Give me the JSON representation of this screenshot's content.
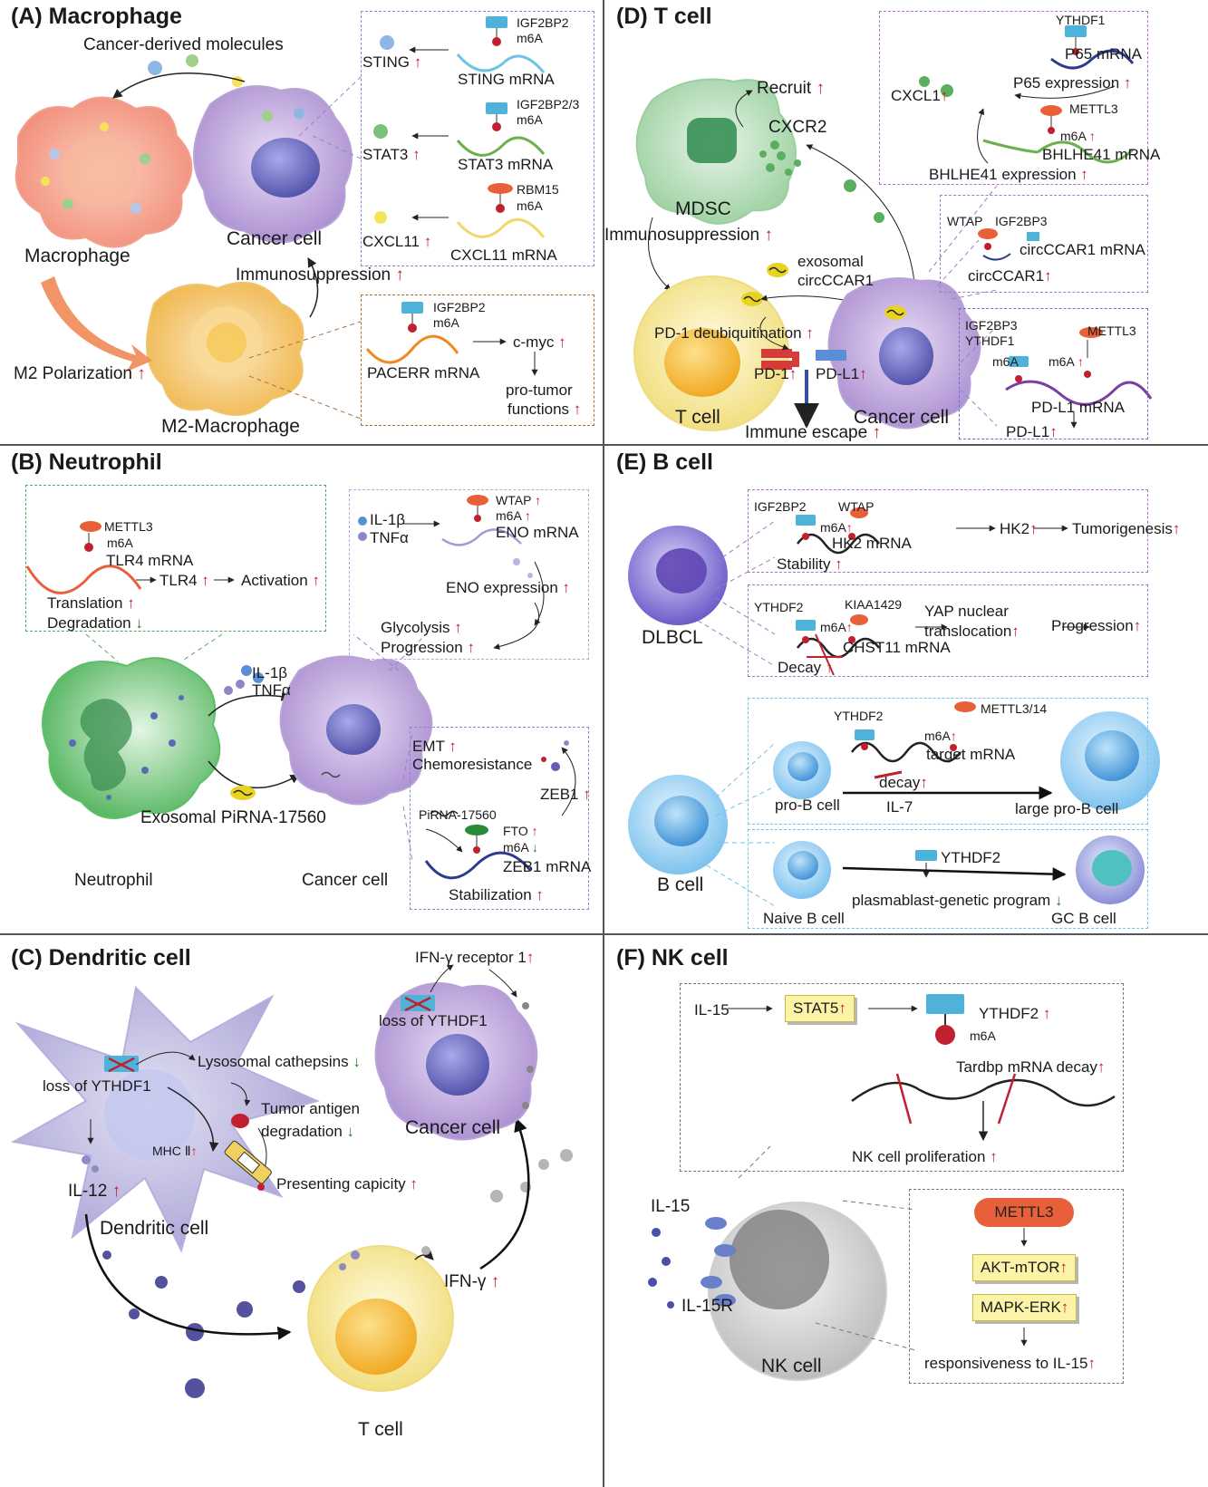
{
  "panels": {
    "A": {
      "title": "(A) Macrophage",
      "cancer_derived": "Cancer-derived molecules",
      "macrophage": "Macrophage",
      "cancer_cell": "Cancer cell",
      "immunosuppression": "Immunosuppression",
      "m2_polarization": "M2 Polarization",
      "m2_macrophage": "M2-Macrophage",
      "box1": {
        "rows": [
          {
            "reader": "IGF2BP2",
            "mod": "m6A",
            "mrna": "STING mRNA",
            "product": "STING"
          },
          {
            "reader": "IGF2BP2/3",
            "mod": "m6A",
            "mrna": "STAT3 mRNA",
            "product": "STAT3"
          },
          {
            "reader": "RBM15",
            "mod": "m6A",
            "mrna": "CXCL11 mRNA",
            "product": "CXCL11"
          }
        ]
      },
      "box2": {
        "reader": "IGF2BP2",
        "mod": "m6A",
        "mrna": "PACERR mRNA",
        "cmyc": "c-myc",
        "pro_tumor": "pro-tumor",
        "functions": "functions"
      }
    },
    "B": {
      "title": "(B) Neutrophil",
      "left_box": {
        "writer": "METTL3",
        "mod": "m6A",
        "mrna": "TLR4 mRNA",
        "product": "TLR4",
        "activation": "Activation",
        "translation": "Translation",
        "degradation": "Degradation"
      },
      "right_box": {
        "il1b": "IL-1β",
        "tnfa": "TNFα",
        "writer": "WTAP",
        "mod": "m6A",
        "mrna": "ENO mRNA",
        "expression": "ENO expression",
        "glycolysis": "Glycolysis",
        "progression": "Progression"
      },
      "lower_box": {
        "emt": "EMT",
        "chemo": "Chemoresistance",
        "zeb1": "ZEB1",
        "pirna": "PiRNA-17560",
        "fto": "FTO",
        "mod": "m6A",
        "mrna": "ZEB1 mRNA",
        "stabilization": "Stabilization"
      },
      "il1b": "IL-1β",
      "tnfa": "TNFα",
      "exosomal": "Exosomal PiRNA-17560",
      "neutrophil": "Neutrophil",
      "cancer_cell": "Cancer cell"
    },
    "C": {
      "title": "(C) Dendritic cell",
      "ifn_receptor": "IFN-γ receptor 1",
      "loss_ythdf1_cancer": "loss of YTHDF1",
      "lysosomal": "Lysosomal cathepsins",
      "loss_ythdf1": "loss of YTHDF1",
      "tumor_antigen": "Tumor antigen",
      "degradation": "degradation",
      "cancer_cell": "Cancer cell",
      "mhc": "MHC Ⅱ",
      "presenting": "Presenting capicity",
      "il12": "IL-12",
      "dendritic": "Dendritic cell",
      "ifng": "IFN-γ",
      "tcell": "T cell"
    },
    "D": {
      "title": "(D) T cell",
      "recruit": "Recruit",
      "cxcr2": "CXCR2",
      "mdsc": "MDSC",
      "immunosuppression": "Immunosuppression",
      "exosomal": "exosomal",
      "circccar1": "circCCAR1",
      "pd1_deubiq": "PD-1 deubiquitination",
      "pd1": "PD-1",
      "pdl1": "PD-L1",
      "tcell": "T cell",
      "cancer_cell": "Cancer cell",
      "immune_escape": "Immune escape",
      "box1": {
        "reader": "YTHDF1",
        "p65_mrna": "P65 mRNA",
        "cxcl1": "CXCL1",
        "p65_expr": "P65 expression",
        "writer": "METTL3",
        "mod": "m6A",
        "bhlhe41_mrna": "BHLHE41 mRNA",
        "bhlhe41_expr": "BHLHE41 expression"
      },
      "box2": {
        "wtap": "WTAP",
        "igf2bp3": "IGF2BP3",
        "mrna": "circCCAR1 mRNA",
        "product": "circCCAR1"
      },
      "box3": {
        "reader1": "IGF2BP3",
        "reader2": "YTHDF1",
        "writer": "METTL3",
        "mod": "m6A",
        "mrna": "PD-L1 mRNA",
        "product": "PD-L1"
      }
    },
    "E": {
      "title": "(E) B cell",
      "dlbcl": "DLBCL",
      "box1": {
        "reader": "IGF2BP2",
        "writer": "WTAP",
        "mod": "m6A",
        "mrna": "HK2 mRNA",
        "stability": "Stability",
        "hk2": "HK2",
        "tumorigenesis": "Tumorigenesis"
      },
      "box2": {
        "reader": "YTHDF2",
        "writer": "KIAA1429",
        "mod": "m6A",
        "mrna": "CHST11 mRNA",
        "decay": "Decay",
        "yap1": "YAP nuclear",
        "yap2": "translocation",
        "progression": "Progression"
      },
      "box3": {
        "reader": "YTHDF2",
        "writer": "METTL3/14",
        "mod": "m6A",
        "mrna": "target mRNA",
        "decay": "decay",
        "pro_b": "pro-B cell",
        "il7": "IL-7",
        "large_pro_b": "large pro-B cell"
      },
      "box4": {
        "reader": "YTHDF2",
        "program": "plasmablast-genetic program",
        "naive": "Naive B cell",
        "gc": "GC B cell"
      },
      "bcell": "B cell"
    },
    "F": {
      "title": "(F) NK cell",
      "il15": "IL-15",
      "stat5": "STAT5",
      "ythdf2": "YTHDF2",
      "mod": "m6A",
      "tardbp": "Tardbp mRNA decay",
      "nk_prolif": "NK cell proliferation",
      "il15_left": "IL-15",
      "il15r": "IL-15R",
      "nk_cell": "NK cell",
      "mettl3": "METTL3",
      "akt": "AKT-mTOR",
      "mapk": "MAPK-ERK",
      "responsiveness": "responsiveness to IL-15"
    }
  },
  "colors": {
    "up_arrow": "#c0202f",
    "down_arrow": "#2a7a2a",
    "reader_blue": "#4fb3d9",
    "writer_red": "#e8603a",
    "cancer_purple": "#b59bd6",
    "tcell_yellow": "#f6e89a",
    "neutrophil_green": "#5fbf6a",
    "macrophage_red": "#f59a86",
    "m2_orange": "#f4c463",
    "mdsc_green": "#9fd3a6"
  }
}
